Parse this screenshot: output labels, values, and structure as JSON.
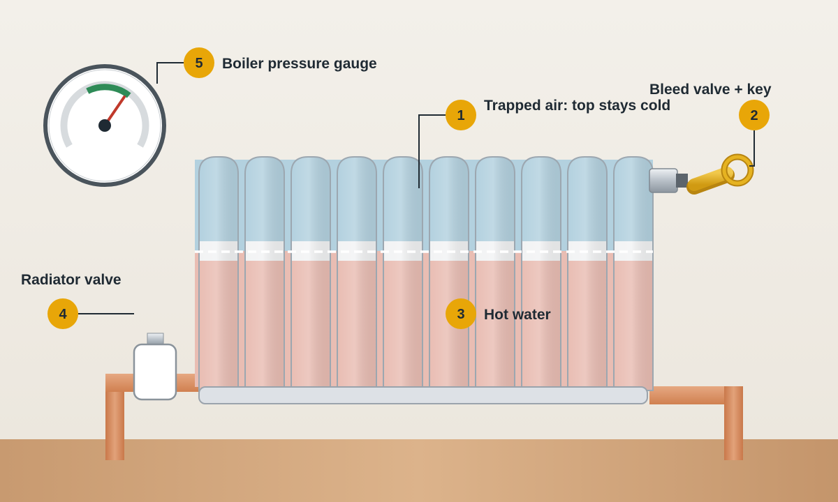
{
  "callouts": [
    {
      "number": "1",
      "label": "Trapped air: top stays cold"
    },
    {
      "number": "2",
      "label": "Bleed valve + key"
    },
    {
      "number": "3",
      "label": "Hot water"
    },
    {
      "number": "4",
      "label": "Radiator valve"
    },
    {
      "number": "5",
      "label": "Boiler pressure gauge"
    }
  ],
  "colors": {
    "badge": "#e8a608",
    "air": "#b3d1df",
    "water": "#e9bdb3",
    "pipe": "#d98c5f",
    "floor": "#d6a87c",
    "wall": "#efebe3",
    "gauge_green_zone": "#2e8b57",
    "gauge_needle": "#c0392b",
    "bleed_key": "#e6b321"
  },
  "icons": {
    "gauge": "pressure-gauge-icon",
    "key": "bleed-key-icon",
    "valve": "radiator-valve-icon"
  }
}
